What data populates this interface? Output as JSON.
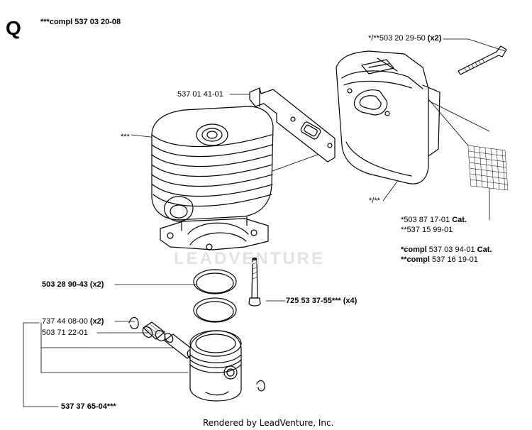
{
  "section_letter": "Q",
  "compl_header": "***compl 537 03 20-08",
  "labels": {
    "bolt_long": "*/**503 20 29-50",
    "bolt_long_qty": "(x2)",
    "gasket": "537 01 41-01",
    "cylinder_marker": "***",
    "muffler_marker": "*/**",
    "muffler_cat_1": "*503 87 17-01",
    "muffler_cat_1_suffix": "Cat.",
    "muffler_cat_2": "**537 15 99-01",
    "compl_cat_1": "*compl",
    "compl_cat_1_num": "537 03 94-01",
    "compl_cat_1_suffix": "Cat.",
    "compl_cat_2": "**compl",
    "compl_cat_2_num": "537 16 19-01",
    "ring": "503 28 90-43",
    "ring_qty": "(x2)",
    "cyl_screw": "725 53 37-55***",
    "cyl_screw_qty": "(x4)",
    "circlip": "737 44 08-00",
    "circlip_qty": "(x2)",
    "bearing": "503 71 22-01",
    "piston_kit": "537 37 65-04***"
  },
  "watermark": "LEADVENTURE",
  "footer": "Rendered by LeadVenture, Inc."
}
